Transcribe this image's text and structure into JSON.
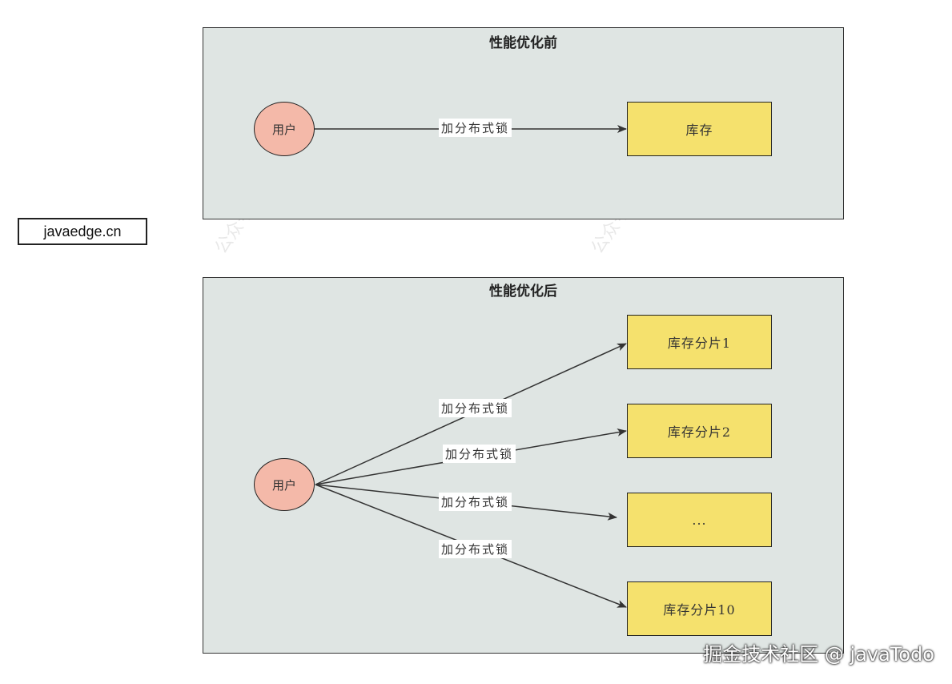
{
  "site_label": "javaedge.cn",
  "watermark_text": "公众号",
  "brand": "掘金技术社区 @ javaTodo",
  "before": {
    "title": "性能优化前",
    "user": "用户",
    "edge_label": "加分布式锁",
    "store": "库存"
  },
  "after": {
    "title": "性能优化后",
    "user": "用户",
    "edges": [
      {
        "label": "加分布式锁",
        "target": "库存分片1"
      },
      {
        "label": "加分布式锁",
        "target": "库存分片2"
      },
      {
        "label": "加分布式锁",
        "target": "..."
      },
      {
        "label": "加分布式锁",
        "target": "库存分片10"
      }
    ]
  },
  "colors": {
    "panel_bg": "#dfe5e3",
    "user_fill": "#f4b9a9",
    "store_fill": "#f5e16d",
    "edge": "#333333"
  }
}
